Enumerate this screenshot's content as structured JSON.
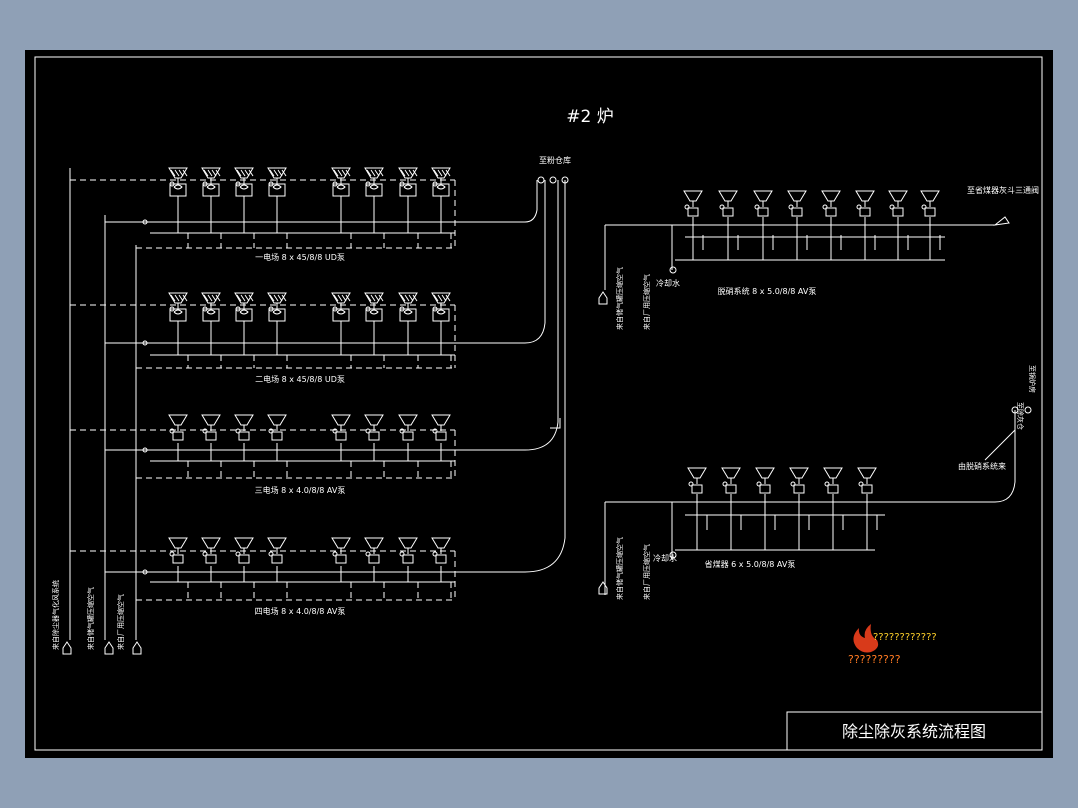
{
  "drawing": {
    "title": "#2 炉",
    "title_block": "除尘除灰系统流程图",
    "background": "#000000",
    "line_color": "#ffffff",
    "accent": "#ff6a1a"
  },
  "left": {
    "top_label": "至粉仓库",
    "fields": [
      {
        "label": "一电场  8 x 45/8/8 UD泵"
      },
      {
        "label": "二电场  8 x 45/8/8 UD泵"
      },
      {
        "label": "三电场  8 x 4.0/8/8 AV泵"
      },
      {
        "label": "四电场  8 x 4.0/8/8 AV泵"
      }
    ],
    "vertical_labels": [
      "来自除尘器气化风系统",
      "来自储气罐压缩空气",
      "来自厂用压缩空气"
    ]
  },
  "right_top": {
    "pump_count": 8,
    "system_label": "脱硝系统  8 x 5.0/8/8 AV泵",
    "dest_label": "至省煤器灰斗三通阀",
    "water_label": "冷却水",
    "vertical_labels": [
      "来自储气罐压缩空气",
      "来自厂用压缩空气"
    ]
  },
  "right_bottom": {
    "pump_count": 6,
    "system_label": "省煤器 6 x 5.0/8/8 AV泵",
    "dest_label": "由脱硝系统来",
    "water_label": "冷却水",
    "top_right_labels": [
      "至除灰仓",
      "至锅炉房"
    ],
    "vertical_labels": [
      "来自储气罐压缩空气",
      "来自厂用压缩空气"
    ]
  },
  "watermark": {
    "line1": "????????????",
    "line2": "?????????"
  }
}
